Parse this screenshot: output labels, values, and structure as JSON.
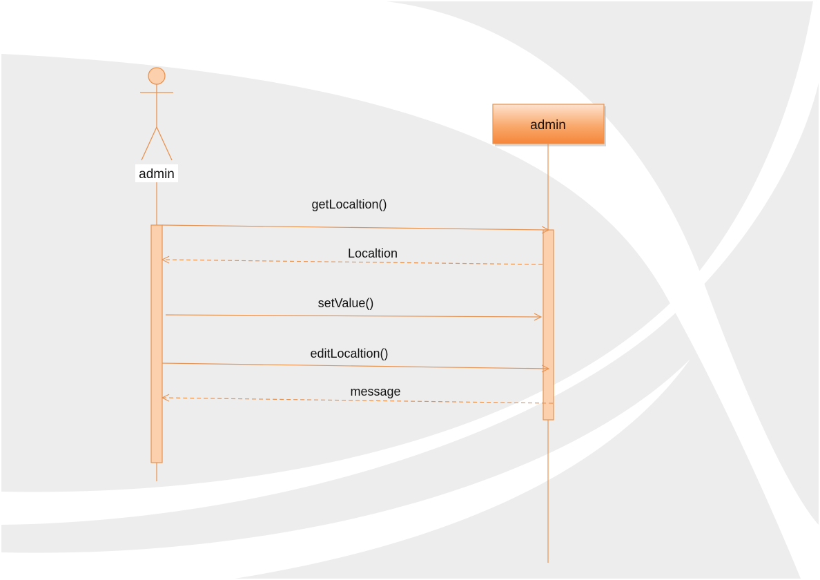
{
  "diagram": {
    "kind": "sequence",
    "colors": {
      "background": "#ededed",
      "swoosh": "#ffffff",
      "line": "#e8924f",
      "activation_fill": "#fcd0ad",
      "object_fill_top": "#fde3cf",
      "object_fill_bottom": "#f5863a",
      "text": "#111111"
    },
    "actor": {
      "label": "admin",
      "shape": "stick-figure"
    },
    "object": {
      "label": "admin",
      "shape": "box"
    },
    "messages": [
      {
        "label": "getLocaltion()",
        "style": "solid",
        "direction": "to-object"
      },
      {
        "label": "Localtion",
        "style": "dashed",
        "direction": "to-actor"
      },
      {
        "label": "setValue()",
        "style": "solid",
        "direction": "to-object"
      },
      {
        "label": "editLocaltion()",
        "style": "solid",
        "direction": "to-object"
      },
      {
        "label": "message",
        "style": "dashed",
        "direction": "to-actor"
      }
    ]
  }
}
